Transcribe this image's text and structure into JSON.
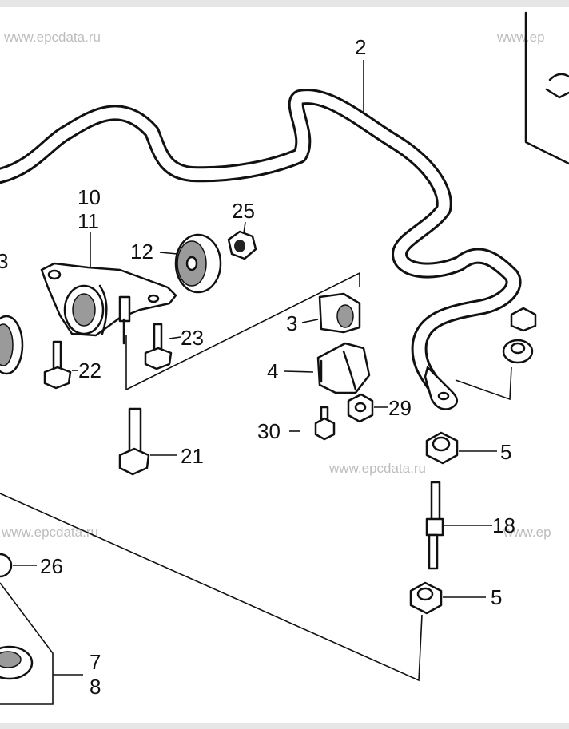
{
  "watermark": "www.epcdata.ru",
  "watermark_partial": "www.ep",
  "watermark_partial_2": "www.ep",
  "labels": {
    "p2": "2",
    "p3": "3",
    "p3_left": "3",
    "p4": "4",
    "p5a": "5",
    "p5b": "5",
    "p7": "7",
    "p8": "8",
    "p10": "10",
    "p11": "11",
    "p12": "12",
    "p18": "18",
    "p21": "21",
    "p22": "22",
    "p23": "23",
    "p25": "25",
    "p26": "26",
    "p29": "29",
    "p30": "30"
  }
}
